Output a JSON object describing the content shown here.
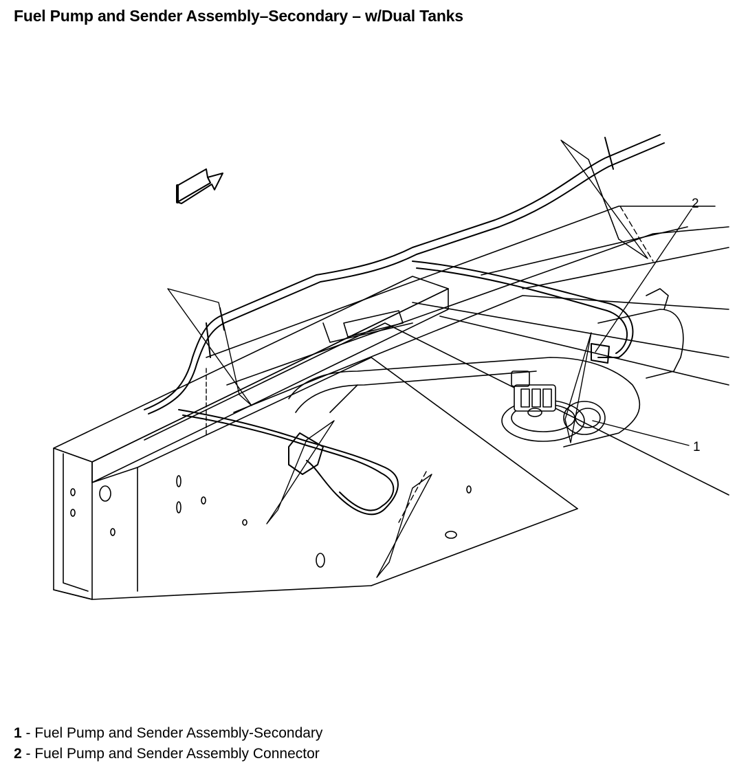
{
  "title": "Fuel Pump and Sender Assembly–Secondary – w/Dual Tanks",
  "callouts": [
    {
      "id": "1",
      "label": "1"
    },
    {
      "id": "2",
      "label": "2"
    }
  ],
  "legend": [
    {
      "num": "1",
      "sep": " - ",
      "text": "Fuel Pump and Sender Assembly-Secondary"
    },
    {
      "num": "2",
      "sep": " - ",
      "text": "Fuel Pump and Sender Assembly Connector"
    }
  ],
  "colors": {
    "line": "#000000",
    "background": "#ffffff"
  },
  "icons": [
    "front-direction-arrow-icon"
  ]
}
